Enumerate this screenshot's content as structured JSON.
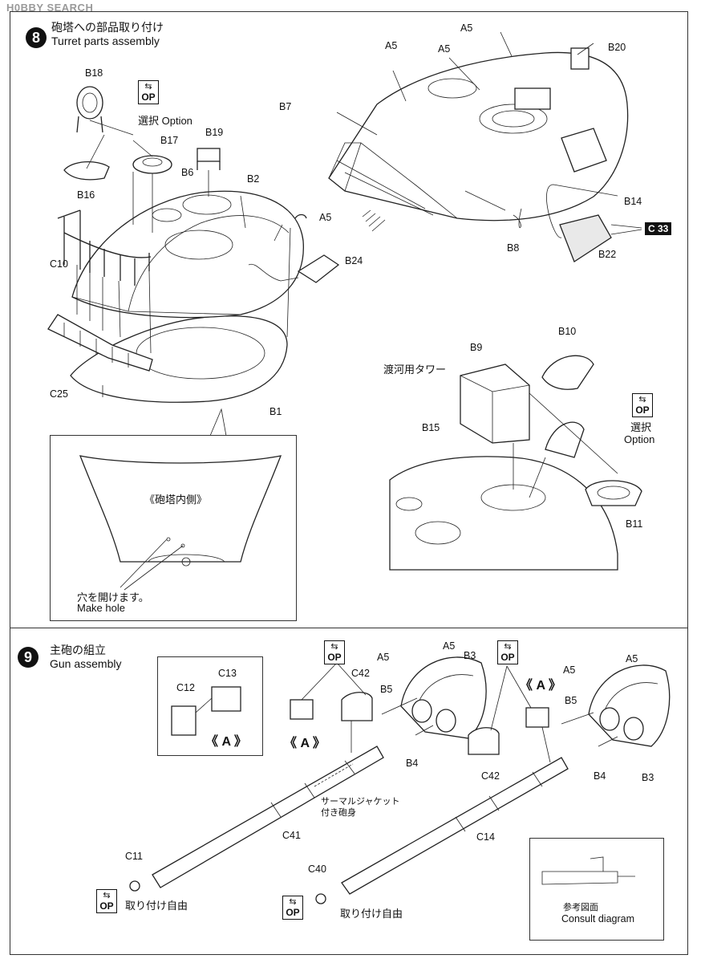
{
  "watermark": "H0BBY SEARCH",
  "step8": {
    "number": "8",
    "title_jp": "砲塔への部品取り付け",
    "title_en": "Turret parts assembly",
    "option_label": "選択 Option",
    "option_label_jp": "選択",
    "option_label_en": "Option",
    "tower_label": "渡河用タワー",
    "inside_label": "《砲塔内側》",
    "make_hole_jp": "穴を開けます。",
    "make_hole_en": "Make hole",
    "c33": "C 33",
    "parts": {
      "b18": "B18",
      "b17": "B17",
      "b19": "B19",
      "b16": "B16",
      "b6": "B6",
      "b2": "B2",
      "a5_left": "A5",
      "c10": "C10",
      "b24": "B24",
      "c25": "C25",
      "b1": "B1",
      "a5_top": "A5",
      "a5_mid": "A5",
      "a5_top2": "A5",
      "b20": "B20",
      "b7": "B7",
      "b14": "B14",
      "b8": "B8",
      "b22": "B22",
      "b10": "B10",
      "b9": "B9",
      "b15": "B15",
      "b11": "B11"
    }
  },
  "step9": {
    "number": "9",
    "title_jp": "主砲の組立",
    "title_en": "Gun assembly",
    "thermal_jp_1": "サーマルジャケット",
    "thermal_jp_2": "付き砲身",
    "free_attach": "取り付け自由",
    "consult_jp": "参考図面",
    "consult_en": "Consult diagram",
    "a_marker": "《 A 》",
    "parts": {
      "c12": "C12",
      "c13": "C13",
      "c42_left": "C42",
      "a5_l1": "A5",
      "a5_l2": "A5",
      "b3_l": "B3",
      "b5_l": "B5",
      "b4_l": "B4",
      "c41": "C41",
      "c11": "C11",
      "c42_right": "C42",
      "c14": "C14",
      "c40": "C40",
      "a5_r1": "A5",
      "a5_r2": "A5",
      "b5_r": "B5",
      "b4_r": "B4",
      "b3_r": "B3"
    }
  },
  "op_badge": {
    "arrow": "⇆",
    "text": "OP"
  }
}
